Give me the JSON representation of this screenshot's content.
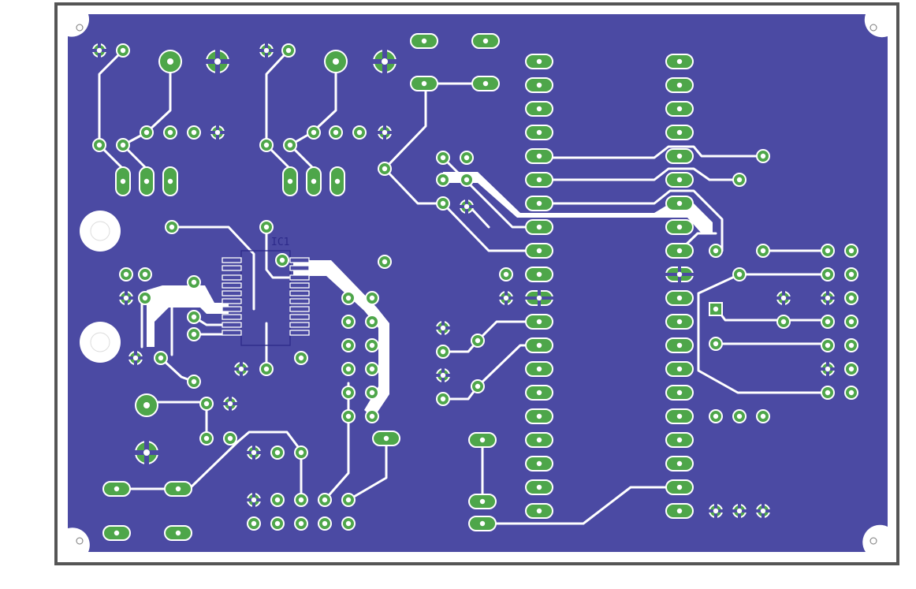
{
  "board": {
    "silkscreen_label": "IC1",
    "colors": {
      "background": "#ffffff",
      "copper_pour": "#4b4aa3",
      "pad": "#4ea64a",
      "trace": "#ffffff",
      "outline": "#555555",
      "silkscreen": "#2d2a8a"
    },
    "layer": "bottom-copper",
    "mounting_holes": 4,
    "header_pins_per_column": 20
  }
}
